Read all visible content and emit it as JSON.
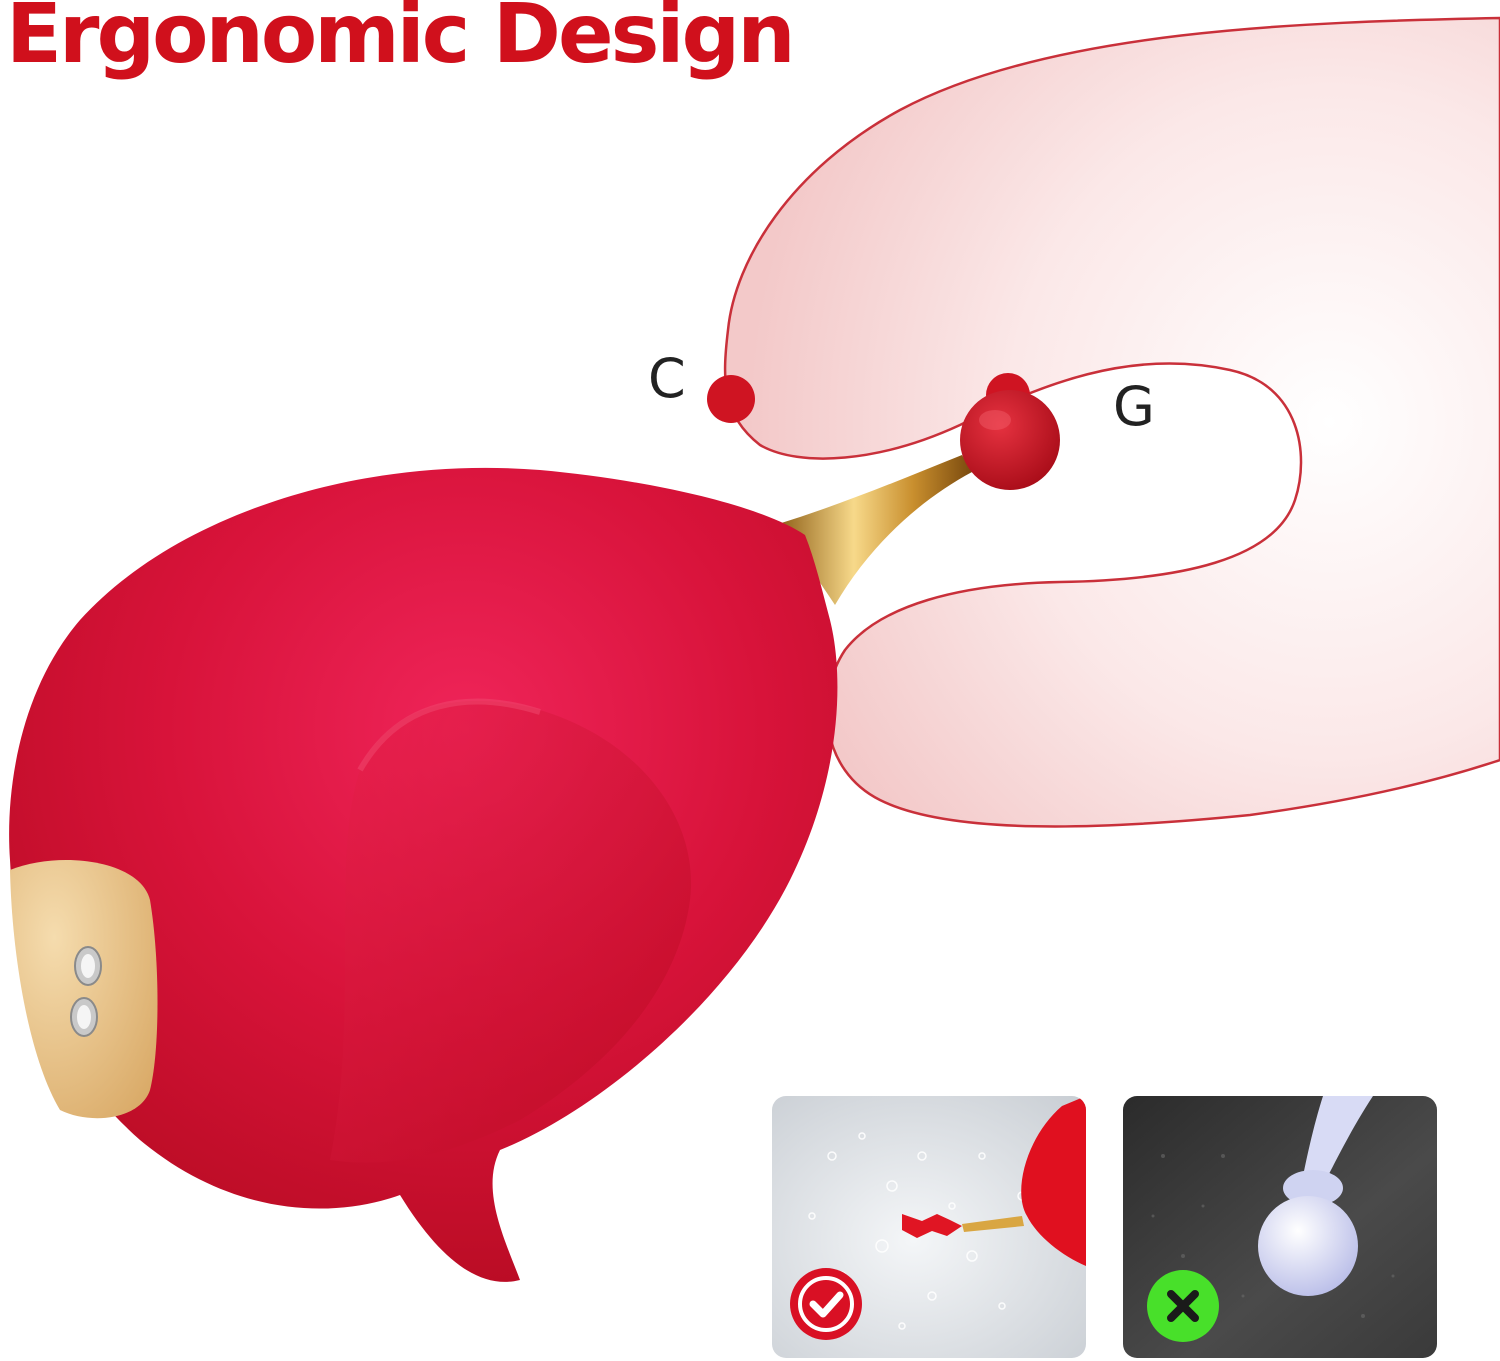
{
  "header": {
    "title": "Ergonomic Design"
  },
  "labels": {
    "c_point": "C",
    "g_point": "G"
  },
  "icons": {
    "good_badge": "check-icon",
    "bad_badge": "x-icon"
  },
  "colors": {
    "title": "#d0101c",
    "device_red": "#d81033",
    "tip_red": "#c8101e",
    "stem_gold": "#d9a642",
    "body_pink": "#f9dede",
    "outline_red": "#c9303a",
    "good_badge": "#d91024",
    "bad_badge": "#48e02a"
  }
}
